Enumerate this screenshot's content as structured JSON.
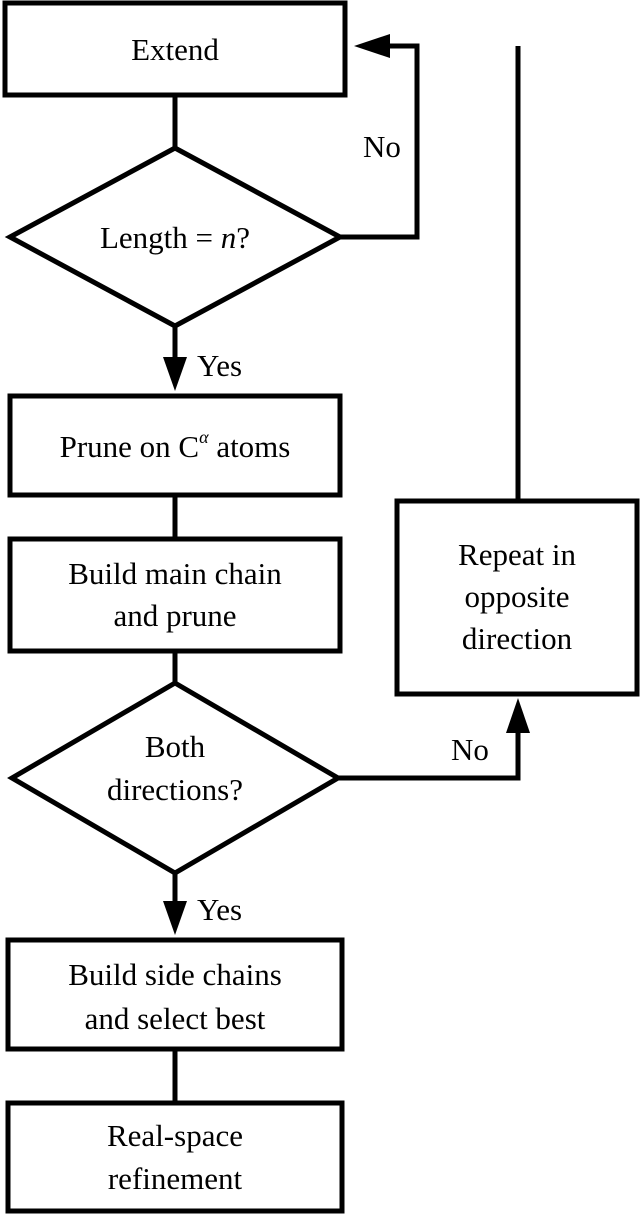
{
  "nodes": {
    "extend": {
      "label": "Extend"
    },
    "length_check": {
      "label_prefix": "Length = ",
      "label_var": "n",
      "label_suffix": "?"
    },
    "prune_ca": {
      "label_prefix": "Prune on C",
      "label_sup": "α",
      "label_suffix": " atoms"
    },
    "build_main": {
      "line1": "Build main chain",
      "line2": "and prune"
    },
    "both_directions": {
      "line1": "Both",
      "line2": "directions?"
    },
    "repeat_opposite": {
      "line1": "Repeat in",
      "line2": "opposite",
      "line3": "direction"
    },
    "build_side": {
      "line1": "Build side chains",
      "line2": "and select best"
    },
    "refinement": {
      "line1": "Real-space",
      "line2": "refinement"
    }
  },
  "edges": {
    "length_no": "No",
    "length_yes": "Yes",
    "both_no": "No",
    "both_yes": "Yes"
  }
}
